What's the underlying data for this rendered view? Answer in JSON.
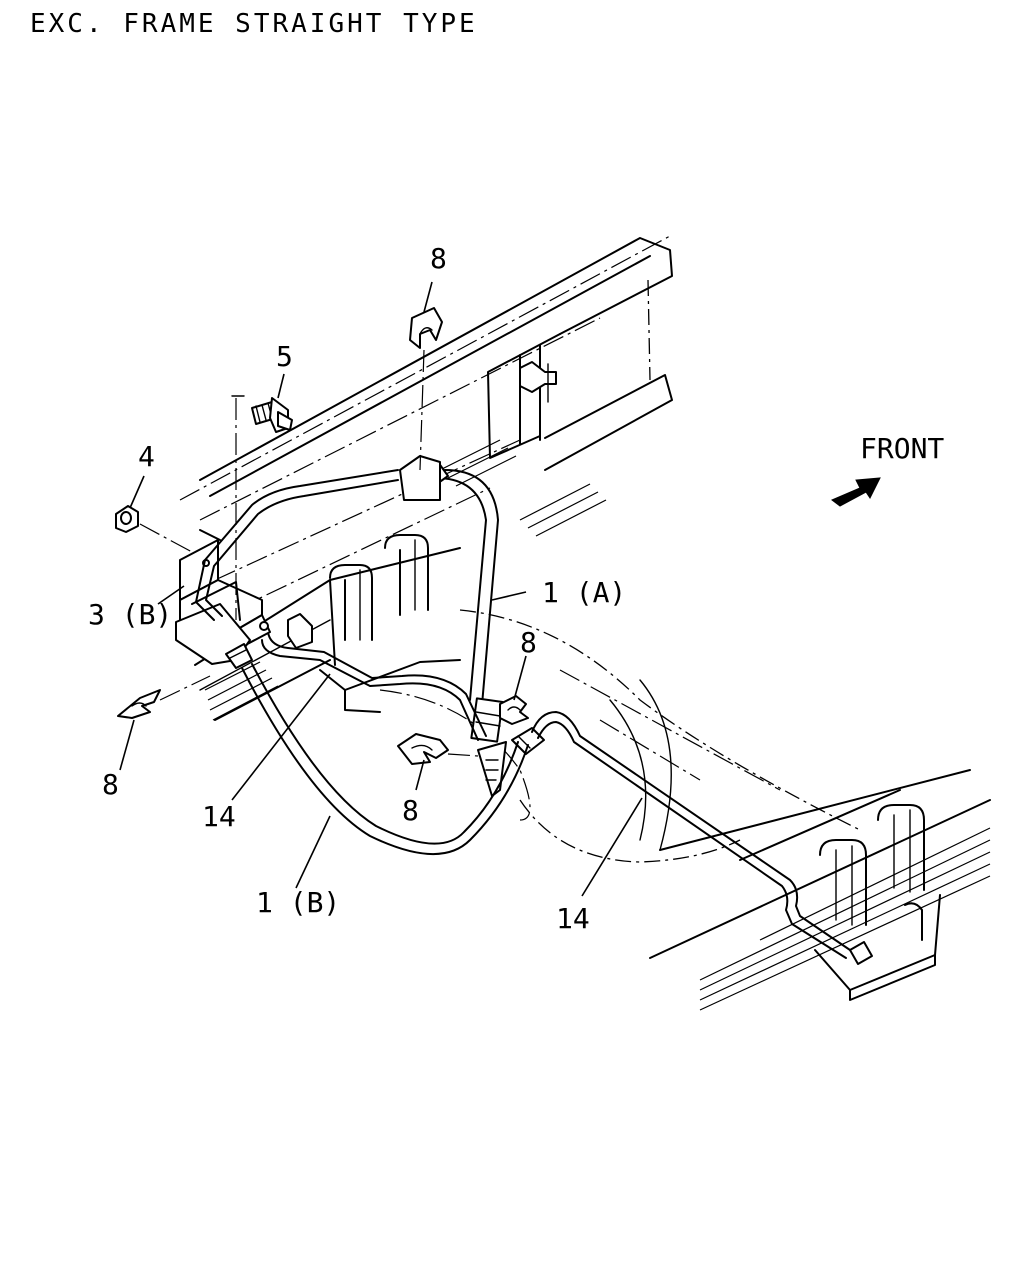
{
  "title": "EXC. FRAME STRAIGHT TYPE",
  "direction": {
    "label": "FRONT",
    "icon": "front-arrow-icon"
  },
  "callouts": {
    "clip_upper": "8",
    "bolt": "5",
    "nut": "4",
    "bracket": "3 (B)",
    "clip_left": "8",
    "pipe_a": "1 (A)",
    "clip_right": "8",
    "clip_center": "8",
    "pipe_14_left": "14",
    "pipe_b": "1 (B)",
    "pipe_14_right": "14"
  },
  "colors": {
    "ink": "#000000",
    "paper": "#ffffff"
  }
}
